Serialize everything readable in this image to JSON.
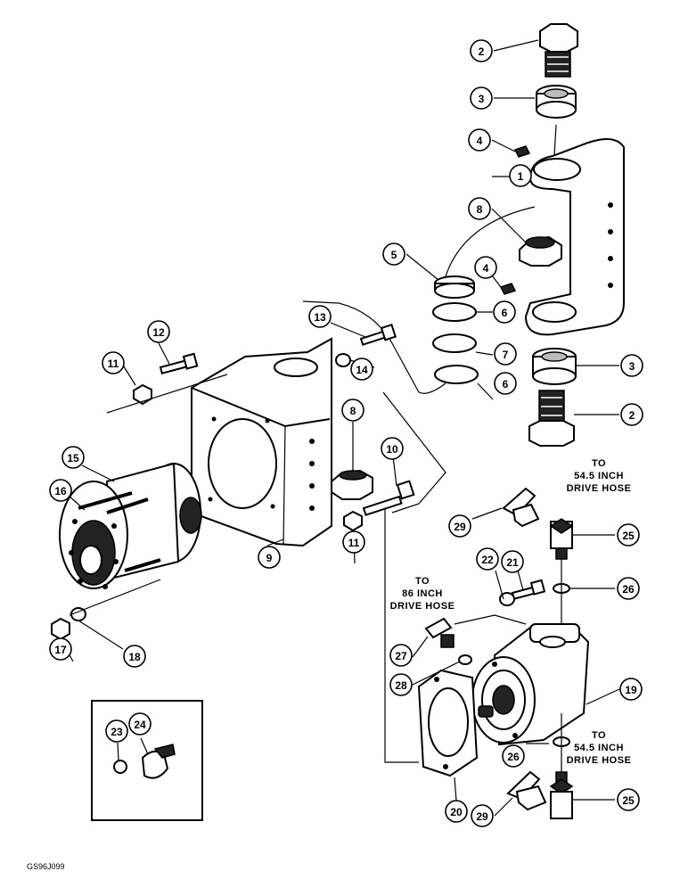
{
  "diagram": {
    "figure_code": "GS96J099",
    "callouts": [
      {
        "label": "1"
      },
      {
        "label": "2"
      },
      {
        "label": "2"
      },
      {
        "label": "3"
      },
      {
        "label": "3"
      },
      {
        "label": "4"
      },
      {
        "label": "4"
      },
      {
        "label": "5"
      },
      {
        "label": "6"
      },
      {
        "label": "6"
      },
      {
        "label": "7"
      },
      {
        "label": "8"
      },
      {
        "label": "8"
      },
      {
        "label": "9"
      },
      {
        "label": "10"
      },
      {
        "label": "11"
      },
      {
        "label": "11"
      },
      {
        "label": "12"
      },
      {
        "label": "13"
      },
      {
        "label": "14"
      },
      {
        "label": "15"
      },
      {
        "label": "16"
      },
      {
        "label": "17"
      },
      {
        "label": "18"
      },
      {
        "label": "19"
      },
      {
        "label": "20"
      },
      {
        "label": "21"
      },
      {
        "label": "22"
      },
      {
        "label": "23"
      },
      {
        "label": "24"
      },
      {
        "label": "25"
      },
      {
        "label": "25"
      },
      {
        "label": "26"
      },
      {
        "label": "26"
      },
      {
        "label": "27"
      },
      {
        "label": "28"
      },
      {
        "label": "29"
      },
      {
        "label": "29"
      }
    ],
    "notes": [
      {
        "lines": [
          "TO",
          "54.5 INCH",
          "DRIVE HOSE"
        ]
      },
      {
        "lines": [
          "TO",
          "86 INCH",
          "DRIVE HOSE"
        ]
      },
      {
        "lines": [
          "TO",
          "54.5 INCH",
          "DRIVE HOSE"
        ]
      }
    ]
  }
}
